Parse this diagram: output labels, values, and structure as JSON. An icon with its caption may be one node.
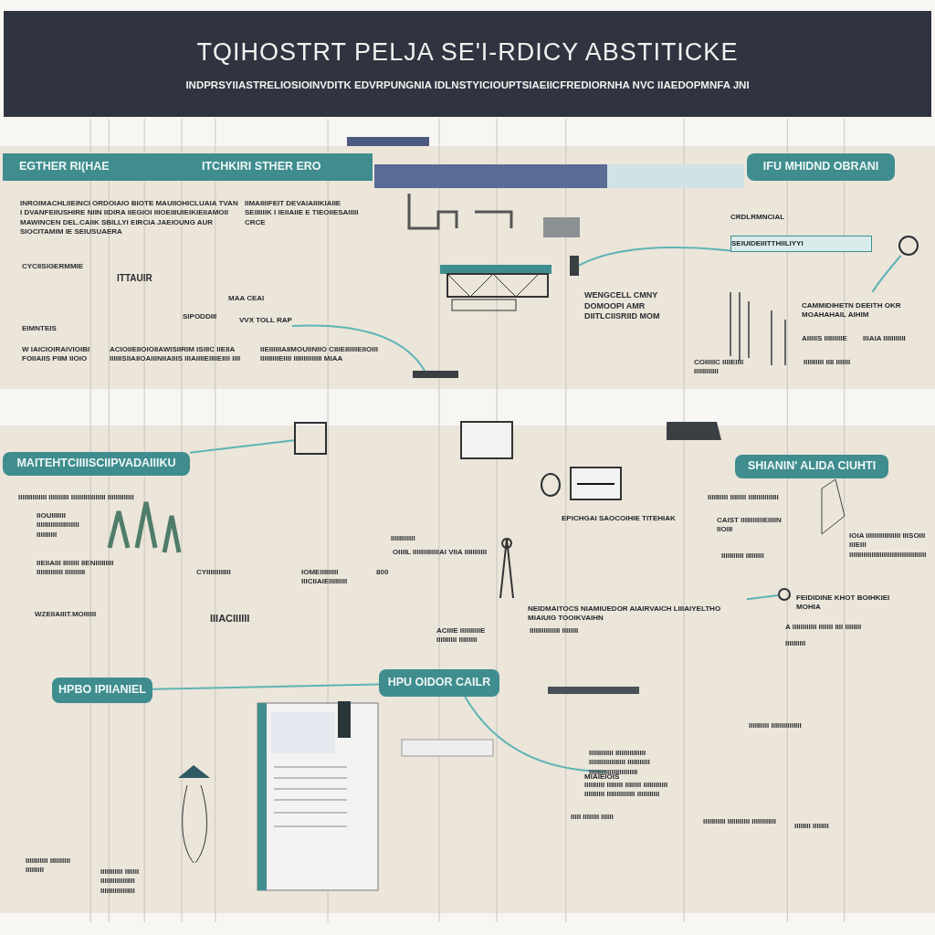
{
  "diagram": {
    "title": "TQIHOSTRT PELJA SE'I-RDICY ABSTITICKE",
    "nodes": [
      {
        "text": [
          "EGTHER RI(HAE"
        ]
      },
      {
        "text": [
          "ITCHKIRI STHER ERO"
        ]
      },
      {
        "text": [
          "IFU MHIDND OBRANI"
        ]
      },
      {
        "text": [
          "MAITEHTCIIIISCIIPVADAIIIKU"
        ]
      },
      {
        "text": [
          "SHIANIN' ALIDA CIUHTI"
        ]
      },
      {
        "text": [
          "HPBO IPIIANIEL"
        ]
      },
      {
        "text": [
          "HPU OIDOR CAILR"
        ]
      },
      {
        "text": [
          "VVX TOLL RAP"
        ]
      },
      {
        "text": [
          "CRDLRMNCIAL"
        ]
      },
      {
        "text": [
          "SEIUIDEIIITTHIILIYYI"
        ]
      },
      {
        "text": [],
        "shape": "circle"
      },
      {
        "text": [
          "CAMMIDIHETN DEEITH OKR MOAHAHAIL AIHIM"
        ]
      },
      {
        "text": [],
        "shape": "box"
      },
      {
        "text": [
          "NEIDMAITOCS NIAMIUEDOR AIAIRVAICH LIIIAIYELTHO MIAIUIG TOOIKVAIHN"
        ]
      },
      {
        "text": [],
        "shape": "circle"
      },
      {
        "text": [
          "FEIDIDINE KHOT BOIHKIEI MOHIA"
        ]
      },
      {
        "text": [],
        "shape": "circle"
      },
      {
        "text": [
          "EPICHGAI SAOCOIHIE TITEHIAK"
        ]
      },
      {
        "text": [
          "MIAIEIOIS"
        ]
      },
      {
        "text": [],
        "shape": "bar"
      },
      {
        "text": [],
        "shape": "bar"
      }
    ],
    "edges": [
      {
        "from": 7,
        "to": 19,
        "arrow": "none"
      },
      {
        "from": 20,
        "to": 9,
        "arrow": "none"
      },
      {
        "from": 10,
        "to": 11,
        "arrow": "none"
      },
      {
        "from": 3,
        "to": 12,
        "arrow": "none"
      },
      {
        "from": 13,
        "to": 14,
        "arrow": "none"
      },
      {
        "from": 5,
        "to": 6,
        "arrow": "none"
      },
      {
        "from": 6,
        "to": 18,
        "arrow": "none"
      }
    ],
    "labels": [
      "INDPRSYIIASTRELIOSIOINVDITK EDVRPUNGNIA IDLNSTYICIOUPTSIAEIICFREDIORNHA NVC IIAEDOPMNFA JNI",
      "INROIMACHLIIEINCI ORDOIAIO BIOTE MAUIIOHICLUAIA TVAN I DVANFEIIUSHIRE NIIN IIDIRA IIEGIOI IIIOEIIIUIEIKIEIIAMOII MAWINCEN DEL.CAIIK SBILLYI EIRCIA JAEIOUNG AUR SIOCITAMIM IE SEIUSUAERA",
      "IIMAIIIIFEIT DEVAIAIIIKIAIIE SEIIIIIIK I IEIIAIIE E TIEOIIESAIIIII CRCE",
      "CYCIISIGERMMIE",
      "ITTAUIR",
      "MAA CEAI",
      "SIPODDIII",
      "EIMNTEIS",
      "W IAICIOIRAIVIOIBI FOIIAIIS PIIM IIOIO",
      "ACIOIIEIIOIOIIAWISIIRIM ISIIIC IIEIIA IIIIIISIIAIIOAIIINIIAIIIS IIIAIIIIEIIIIEIIII IIII",
      "IIEIIIIIIAIIMOUIINIIO CIIIEIIIIIIEIIOIII IIIIIIIIIEIIII IIIIIIIIIIIIII MIAA",
      "WENGCELL CMNY DOMOOPI AMR DIITLCIISRIID MOM",
      "COIIIIIC IIIIEIIII IIIIIIIIIIII",
      "AIIIIIS IIIIIIIIIE",
      "IIIAIA IIIIIIIIIII",
      "IIIIIIIIII IIII IIIIIII",
      "IIIIIIIIIIIIII IIIIIIIIII IIIIIIIIIIIIIIIII IIIIIIIIIIIII",
      "IIOUIIIIIII IIIIIIIIIIIIIIIIIIIII IIIIIIIIII",
      "IIEIIAIII IIIIIIII IIENIIIIIIIII IIIIIIIIIIIII IIIIIIIIII",
      "IIIIIIIIIIII",
      "OIIIIL IIIIIIIIIIIIIAI VIIA IIIIIIIIIII",
      "WZEIIAIIIT.MOIIIIII",
      "CYIIIIIIIIIIII",
      "IOMEIIIIIIIII IIICIIAIEIIIIIIIII",
      "800",
      "IIIACIIIIII",
      "ACIIIE IIIIIIIIIIE IIIIIIIIII IIIIIIIII",
      "IIIIIIIIII IIIIIIII IIIIIIIIIIIIIII",
      "CAIST IIIIIIIIIIIEIIIIN IIOIII",
      "IIIIIIIIIII IIIIIIIII",
      "IOIA IIIIIIIIIIIIIIIII IIISOIII IIIEIII IIIIIIIIIIIIIIIIIIIIIIIIIIIIIIIIIIIIII",
      "IIIIIIIIIIIIIII IIIIIIII",
      "A IIIIIIIIIIII IIIIIII IIII IIIIIIII",
      "IIIIIIIIII",
      "IIIIIIIIII IIIIIIIIIIIIIII",
      "IIIIIIIIIIII IIIIIIIIIIIIIII IIIIIIIIIIIIIIIIII IIIIIIIIIII IIIIIIIIIIIIIIIIIIIIIIII",
      "IIIIIIIIII IIIIIIII IIIIIIII IIIIIIIIIIII IIIIIIIIII IIIIIIIIIIIIII IIIIIIIIIII",
      "IIIII IIIIIIII IIIIII",
      "IIIIIIIIIII IIIIIIIIIII IIIIIIIIIIII",
      "IIIIIIII IIIIIIII",
      "IIIIIIIIIII IIIIIIIIII IIIIIIIII",
      "IIIIIIIIIII IIIIIII IIIIIIIIIIIIIIIII IIIIIIIIIIIIIIIII"
    ]
  }
}
